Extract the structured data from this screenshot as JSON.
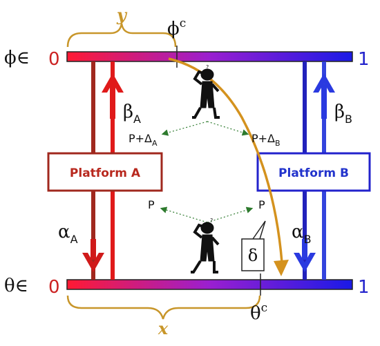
{
  "labels": {
    "phi_set": "ϕ∈",
    "theta_set": "θ∈",
    "phi_zero": "0",
    "phi_one": "1",
    "theta_zero": "0",
    "theta_one": "1",
    "y_brace": "y",
    "x_brace": "x",
    "phi_c_base": "ϕ",
    "phi_c_sup": "c",
    "theta_c_base": "θ",
    "theta_c_sup": "c",
    "platform_a": "Platform A",
    "platform_b": "Platform B",
    "beta": "β",
    "alpha": "α",
    "sub_a": "A",
    "sub_b": "B",
    "p_delta_base": "P+Δ",
    "p": "P",
    "delta": "δ"
  },
  "colors": {
    "red": "#cc2222",
    "dark_red": "#a0281e",
    "blue": "#2222cc",
    "purple": "#9a1fd0",
    "brace": "#c8962a",
    "curve": "#d4921e",
    "green": "#2d7a2d"
  },
  "icons": {
    "person_top": "thinking-person-icon",
    "person_bottom": "thinking-person-icon"
  }
}
